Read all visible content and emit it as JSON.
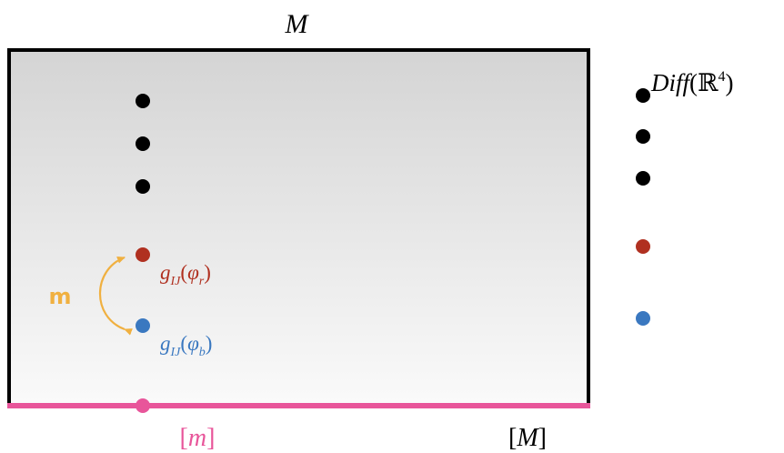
{
  "diagram": {
    "title": "M",
    "space_label": "[M]",
    "subspace_label": "[m]",
    "map_label": "m",
    "red_point_label": {
      "base": "g",
      "sub": "IJ",
      "open": "(",
      "arg": "φ",
      "argsub": "r",
      "close": ")"
    },
    "blue_point_label": {
      "base": "g",
      "sub": "IJ",
      "open": "(",
      "arg": "φ",
      "argsub": "b",
      "close": ")"
    },
    "legend_label": {
      "name": "Diff",
      "open": "(",
      "set": "ℝ",
      "sup": "4",
      "close": ")"
    },
    "colors": {
      "frame": "#000000",
      "baseline": "#e8559a",
      "red": "#b03020",
      "blue": "#3a78c0",
      "arrow": "#f0b040",
      "map_label": "#f0b040",
      "gradient_top": "#d4d4d4",
      "gradient_bottom": "#fafafa"
    }
  }
}
